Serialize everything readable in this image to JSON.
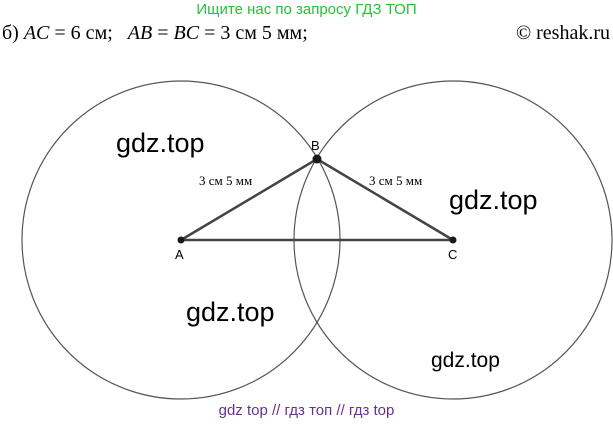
{
  "header": {
    "banner": "Ищите нас по запросу ГДЗ ТОП",
    "task_prefix": "б)",
    "ac_label": "AC",
    "ac_value": "= 6 см;",
    "ab_label": "AB",
    "bc_label": "BC",
    "ab_bc_value": "= 3 см 5 мм;",
    "copyright": "© reshak.ru"
  },
  "figure": {
    "points": {
      "A": "A",
      "B": "B",
      "C": "C"
    },
    "side_labels": {
      "AB": "3 см 5 мм",
      "BC": "3 см 5 мм"
    },
    "watermarks": [
      "gdz.top",
      "gdz.top",
      "gdz.top",
      "gdz.top"
    ],
    "colors": {
      "circle": "#555555",
      "segment": "#444444",
      "point": "#1a1a1a"
    }
  },
  "footer": {
    "banner": "gdz top  //  гдз топ  //  гдз top"
  }
}
